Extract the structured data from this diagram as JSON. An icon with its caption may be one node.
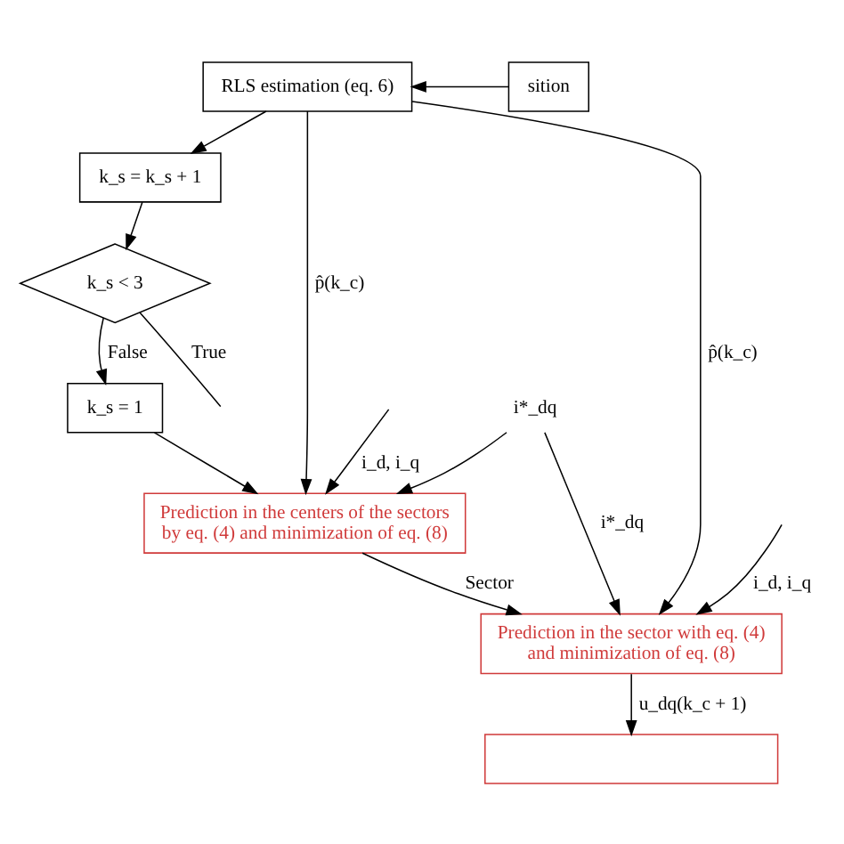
{
  "diagram": {
    "nodes": [
      {
        "text": [
          "RLS estimation (eq. 6)"
        ]
      },
      {
        "text": [
          "k_s = k_s + 1"
        ]
      },
      {
        "text": [
          "k_s < 3"
        ]
      },
      {
        "text": [
          "k_s = 1"
        ]
      },
      {
        "text": [
          "i*_dq"
        ]
      },
      {
        "text": [
          "Prediction in the centers of the sectors by eq. (4) and minimization of eq. (8)"
        ]
      },
      {
        "text": [
          "Prediction in the sector with eq. (4) and minimization of eq. (8)"
        ]
      },
      {
        "text": [],
        "shape": "box"
      },
      {
        "text": [
          "sition"
        ]
      }
    ],
    "edges": [
      {
        "from": 8,
        "to": 0,
        "arrow": "to"
      },
      {
        "from": 0,
        "to": 1,
        "arrow": "to"
      },
      {
        "from": 1,
        "to": 2,
        "arrow": "to"
      },
      {
        "from": 2,
        "to": 3,
        "arrow": "to",
        "label": "False"
      },
      {
        "from": 2,
        "to": null,
        "arrow": "none",
        "label": "True"
      },
      {
        "from": 3,
        "to": 5,
        "arrow": "to"
      },
      {
        "from": 0,
        "to": 5,
        "arrow": "to",
        "label": "p̂(k_c)"
      },
      {
        "from": 0,
        "to": 6,
        "arrow": "to",
        "label": "p̂(k_c)"
      },
      {
        "from": 4,
        "to": 5,
        "arrow": "to"
      },
      {
        "from": 4,
        "to": 6,
        "arrow": "to",
        "label": "i*_dq"
      },
      {
        "from": null,
        "to": 5,
        "arrow": "to",
        "label": "i_d, i_q"
      },
      {
        "from": null,
        "to": 6,
        "arrow": "to",
        "label": "i_d, i_q"
      },
      {
        "from": 5,
        "to": 6,
        "arrow": "to",
        "label": "Sector"
      },
      {
        "from": 6,
        "to": 7,
        "arrow": "to",
        "label": "u_dq(k_c + 1)"
      }
    ]
  }
}
